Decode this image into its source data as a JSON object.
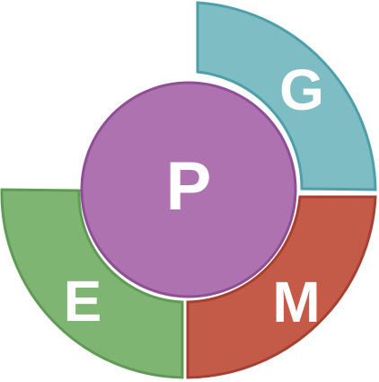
{
  "center": {
    "label": "P",
    "color": "#AE72B0",
    "stroke": "#8E4F94"
  },
  "segments": [
    {
      "id": "top-right",
      "label": "G",
      "color": "#7EBDC4",
      "stroke": "#4E9FA9"
    },
    {
      "id": "bottom-right",
      "label": "M",
      "color": "#C45A48",
      "stroke": "#A84032"
    },
    {
      "id": "bottom-left",
      "label": "E",
      "color": "#7FB573",
      "stroke": "#5F9B55"
    }
  ]
}
